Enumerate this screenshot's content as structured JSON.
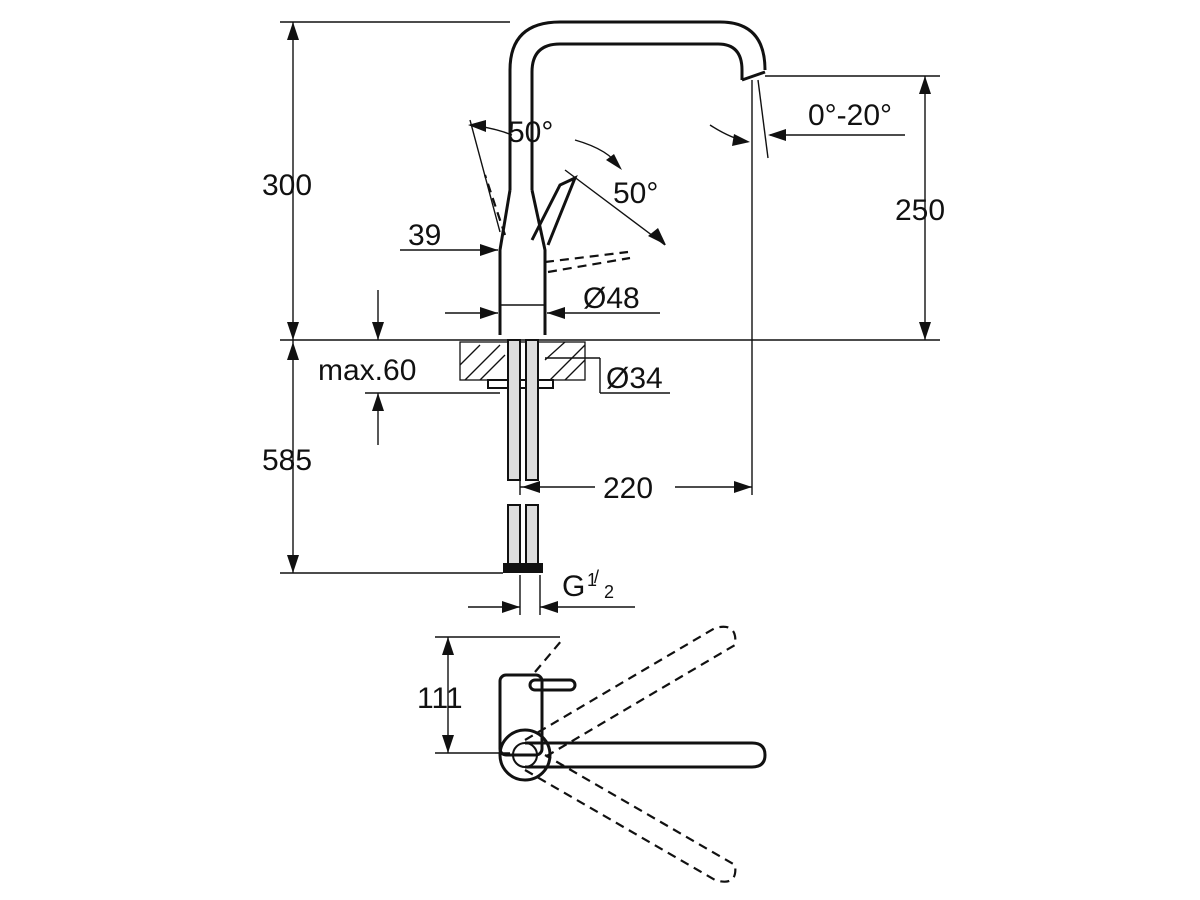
{
  "dimensions": {
    "d_300": "300",
    "d_250": "250",
    "d_585": "585",
    "d_220": "220",
    "d_39": "39",
    "d_48": "Ø48",
    "d_34": "Ø34",
    "d_max60": "max.60",
    "d_111": "111",
    "angle_lever_left": "50°",
    "angle_lever_right": "50°",
    "angle_spout": "0°-20°",
    "thread_main": "G",
    "thread_num": "1",
    "thread_den": "2"
  }
}
